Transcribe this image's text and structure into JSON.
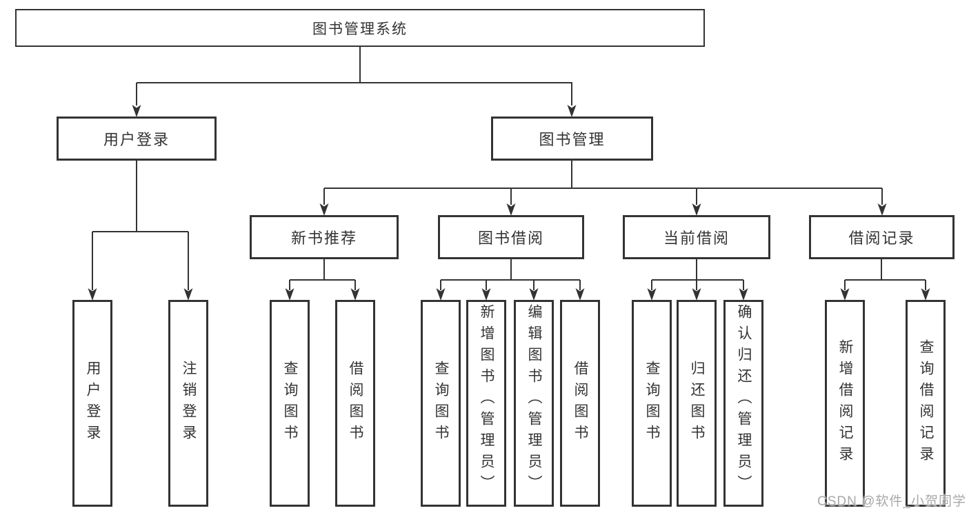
{
  "nodes": {
    "root": "图书管理系统",
    "level2": [
      "用户登录",
      "图书管理"
    ],
    "level3": [
      "新书推荐",
      "图书借阅",
      "当前借阅",
      "借阅记录"
    ],
    "leaves": [
      "用户登录",
      "注销登录",
      "查询图书",
      "借阅图书",
      "查询图书",
      "新增图书（管理员）",
      "编辑图书（管理员）",
      "借阅图书",
      "查询图书",
      "归还图书",
      "确认归还（管理员）",
      "新增借阅记录",
      "查询借阅记录"
    ]
  },
  "watermark": "CSDN @软件_小贺同学",
  "colors": {
    "line": "#333333",
    "text": "#333333",
    "background": "#ffffff",
    "watermark": "#a8a8a8"
  }
}
